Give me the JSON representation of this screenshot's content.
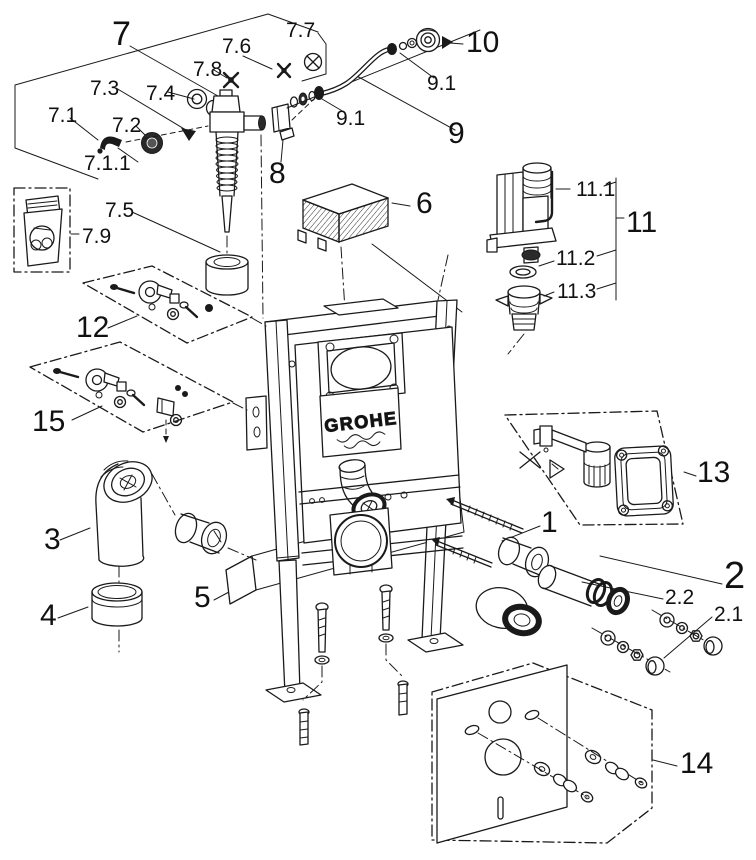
{
  "brand": {
    "logo_text": "GROHE"
  },
  "colors": {
    "line": "#1a1a1a",
    "background": "#ffffff"
  },
  "labels": [
    {
      "id": "7",
      "text": "7"
    },
    {
      "id": "7.6",
      "text": "7.6"
    },
    {
      "id": "7.7",
      "text": "7.7"
    },
    {
      "id": "7.8",
      "text": "7.8"
    },
    {
      "id": "7.3",
      "text": "7.3"
    },
    {
      "id": "7.4",
      "text": "7.4"
    },
    {
      "id": "10",
      "text": "10"
    },
    {
      "id": "9.1-right",
      "text": "9.1"
    },
    {
      "id": "7.1",
      "text": "7.1"
    },
    {
      "id": "7.2",
      "text": "7.2"
    },
    {
      "id": "9.1-left",
      "text": "9.1"
    },
    {
      "id": "9",
      "text": "9"
    },
    {
      "id": "7.1.1",
      "text": "7.1.1"
    },
    {
      "id": "8",
      "text": "8"
    },
    {
      "id": "6",
      "text": "6"
    },
    {
      "id": "11.1",
      "text": "11.1"
    },
    {
      "id": "11",
      "text": "11"
    },
    {
      "id": "7.5",
      "text": "7.5"
    },
    {
      "id": "11.2",
      "text": "11.2"
    },
    {
      "id": "7.9",
      "text": "7.9"
    },
    {
      "id": "11.3",
      "text": "11.3"
    },
    {
      "id": "12",
      "text": "12"
    },
    {
      "id": "15",
      "text": "15"
    },
    {
      "id": "13",
      "text": "13"
    },
    {
      "id": "3",
      "text": "3"
    },
    {
      "id": "1",
      "text": "1"
    },
    {
      "id": "2",
      "text": "2"
    },
    {
      "id": "4",
      "text": "4"
    },
    {
      "id": "5",
      "text": "5"
    },
    {
      "id": "2.2",
      "text": "2.2"
    },
    {
      "id": "2.1",
      "text": "2.1"
    },
    {
      "id": "14",
      "text": "14"
    }
  ]
}
